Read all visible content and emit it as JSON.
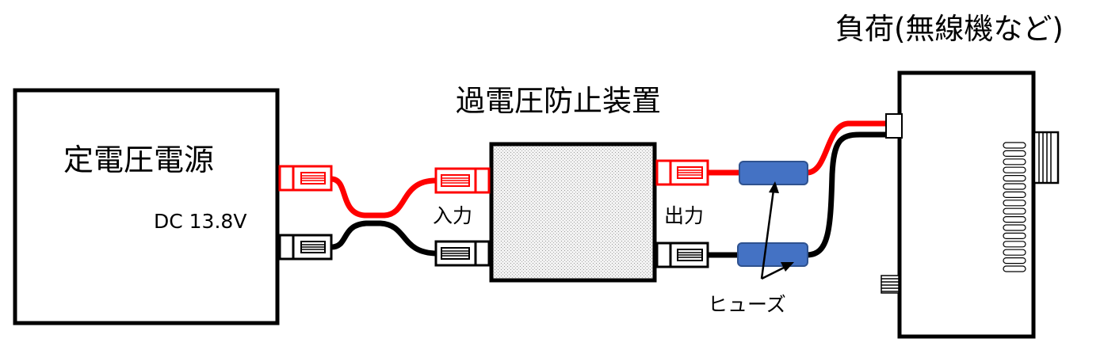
{
  "power_supply": {
    "title": "定電圧電源",
    "spec": "DC 13.8V"
  },
  "protector": {
    "title": "過電圧防止装置",
    "input_label": "入力",
    "output_label": "出力"
  },
  "load": {
    "title": "負荷(無線機など)"
  },
  "fuse": {
    "label": "ヒューズ"
  },
  "colors": {
    "positive_wire": "#ff0000",
    "negative_wire": "#000000",
    "fuse_body": "#4472c4",
    "fuse_border": "#2f528f",
    "outline": "#000000"
  }
}
